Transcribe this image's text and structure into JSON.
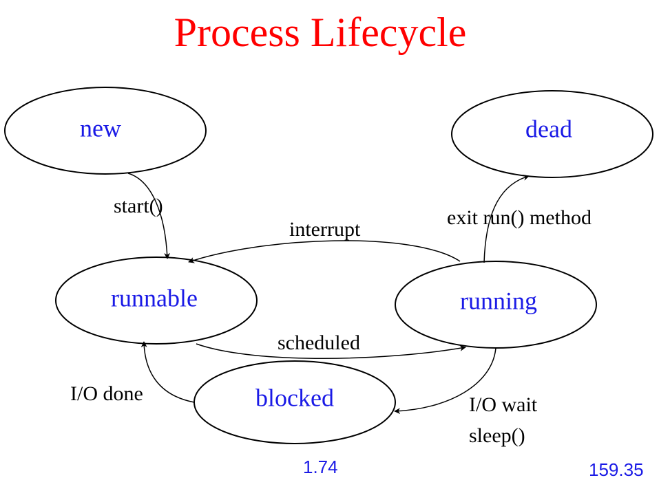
{
  "title": "Process Lifecycle",
  "colors": {
    "title": "#ff0000",
    "state_label": "#1a1ae6",
    "footer": "#1a1ae6",
    "stroke": "#000000"
  },
  "states": {
    "new": "new",
    "dead": "dead",
    "runnable": "runnable",
    "running": "running",
    "blocked": "blocked"
  },
  "transitions": {
    "start": "start()",
    "interrupt": "interrupt",
    "exit": "exit run() method",
    "scheduled": "scheduled",
    "io_done": "I/O done",
    "io_wait": "I/O wait",
    "sleep": "sleep()"
  },
  "footer": {
    "center": "1.74",
    "right": "159.35"
  }
}
